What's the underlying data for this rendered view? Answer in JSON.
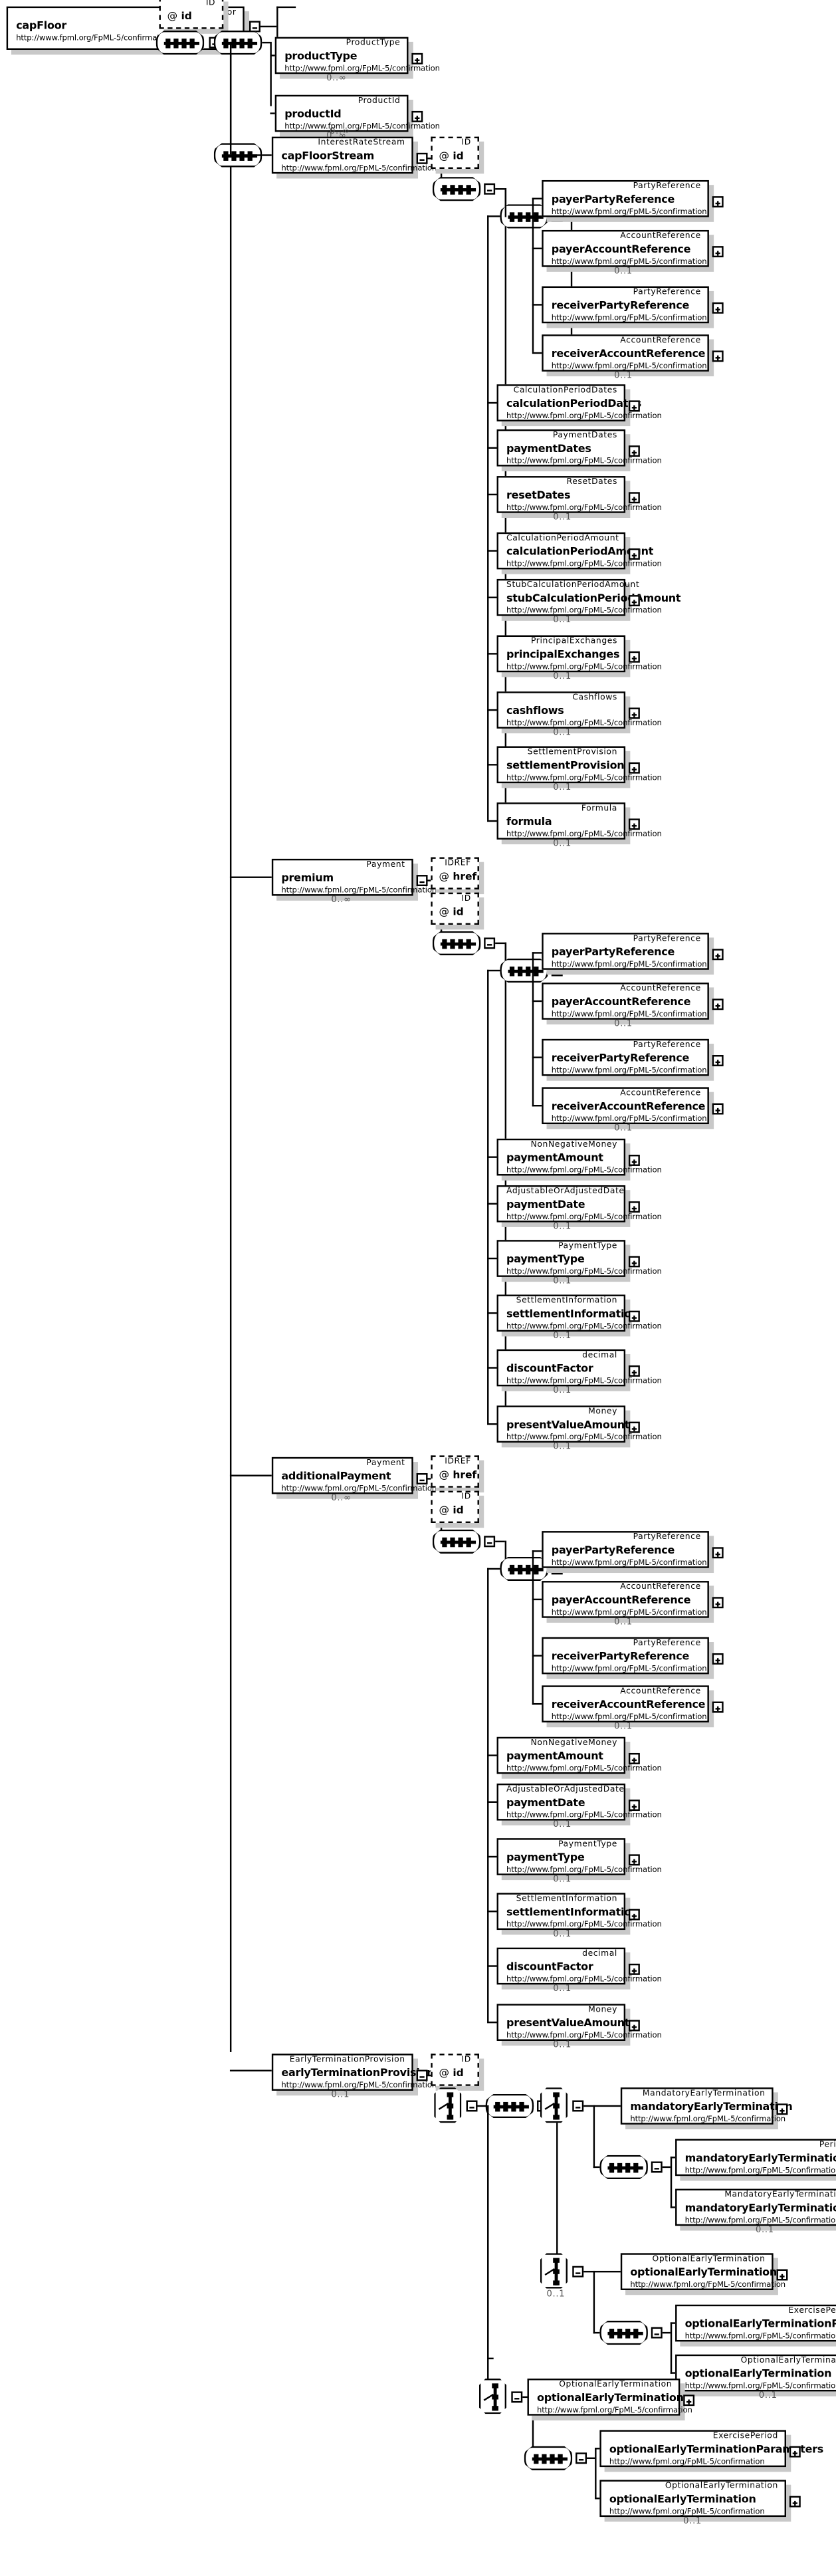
{
  "diagram": {
    "title": "capFloor",
    "kind": "xml-schema-diagram",
    "namespace": "http://www.fpml.org/FpML-5/confirmation",
    "root": {
      "name": "capFloor",
      "type": "CapFloor",
      "ns": "http://www.fpml.org/FpML-5/confirmation"
    }
  },
  "attributes": {
    "id": {
      "name": "id",
      "at": "@",
      "type": "ID"
    },
    "href": {
      "name": "href",
      "at": "@",
      "type": "IDREF"
    }
  },
  "cardinalities": {
    "zero_many": "0..∞",
    "zero_one": "0..1"
  },
  "nodes": {
    "product": [
      {
        "name": "productType",
        "type": "ProductType",
        "ns": "http://www.fpml.org/FpML-5/confirmation",
        "card": "0..∞"
      },
      {
        "name": "productId",
        "type": "ProductId",
        "ns": "http://www.fpml.org/FpML-5/confirmation",
        "card": "0..∞"
      }
    ],
    "capFloorStream": {
      "name": "capFloorStream",
      "type": "InterestRateStream",
      "ns": "http://www.fpml.org/FpML-5/confirmation",
      "card": "0..∞"
    },
    "stream_parties": [
      {
        "name": "payerPartyReference",
        "type": "PartyReference",
        "ns": "http://www.fpml.org/FpML-5/confirmation",
        "card": ""
      },
      {
        "name": "payerAccountReference",
        "type": "AccountReference",
        "ns": "http://www.fpml.org/FpML-5/confirmation",
        "card": "0..1"
      },
      {
        "name": "receiverPartyReference",
        "type": "PartyReference",
        "ns": "http://www.fpml.org/FpML-5/confirmation",
        "card": ""
      },
      {
        "name": "receiverAccountReference",
        "type": "AccountReference",
        "ns": "http://www.fpml.org/FpML-5/confirmation",
        "card": "0..1"
      }
    ],
    "stream_body": [
      {
        "name": "calculationPeriodDates",
        "type": "CalculationPeriodDates",
        "ns": "http://www.fpml.org/FpML-5/confirmation",
        "card": ""
      },
      {
        "name": "paymentDates",
        "type": "PaymentDates",
        "ns": "http://www.fpml.org/FpML-5/confirmation",
        "card": ""
      },
      {
        "name": "resetDates",
        "type": "ResetDates",
        "ns": "http://www.fpml.org/FpML-5/confirmation",
        "card": "0..1"
      },
      {
        "name": "calculationPeriodAmount",
        "type": "CalculationPeriodAmount",
        "ns": "http://www.fpml.org/FpML-5/confirmation",
        "card": ""
      },
      {
        "name": "stubCalculationPeriodAmount",
        "type": "StubCalculationPeriodAmount",
        "ns": "http://www.fpml.org/FpML-5/confirmation",
        "card": "0..1"
      },
      {
        "name": "principalExchanges",
        "type": "PrincipalExchanges",
        "ns": "http://www.fpml.org/FpML-5/confirmation",
        "card": "0..1"
      },
      {
        "name": "cashflows",
        "type": "Cashflows",
        "ns": "http://www.fpml.org/FpML-5/confirmation",
        "card": "0..1"
      },
      {
        "name": "settlementProvision",
        "type": "SettlementProvision",
        "ns": "http://www.fpml.org/FpML-5/confirmation",
        "card": "0..1"
      },
      {
        "name": "formula",
        "type": "Formula",
        "ns": "http://www.fpml.org/FpML-5/confirmation",
        "card": "0..1"
      }
    ],
    "premium": {
      "name": "premium",
      "type": "Payment",
      "ns": "http://www.fpml.org/FpML-5/confirmation",
      "card": "0..∞"
    },
    "premium_parties": [
      {
        "name": "payerPartyReference",
        "type": "PartyReference",
        "ns": "http://www.fpml.org/FpML-5/confirmation",
        "card": ""
      },
      {
        "name": "payerAccountReference",
        "type": "AccountReference",
        "ns": "http://www.fpml.org/FpML-5/confirmation",
        "card": "0..1"
      },
      {
        "name": "receiverPartyReference",
        "type": "PartyReference",
        "ns": "http://www.fpml.org/FpML-5/confirmation",
        "card": ""
      },
      {
        "name": "receiverAccountReference",
        "type": "AccountReference",
        "ns": "http://www.fpml.org/FpML-5/confirmation",
        "card": "0..1"
      }
    ],
    "premium_body": [
      {
        "name": "paymentAmount",
        "type": "NonNegativeMoney",
        "ns": "http://www.fpml.org/FpML-5/confirmation",
        "card": ""
      },
      {
        "name": "paymentDate",
        "type": "AdjustableOrAdjustedDate",
        "ns": "http://www.fpml.org/FpML-5/confirmation",
        "card": "0..1"
      },
      {
        "name": "paymentType",
        "type": "PaymentType",
        "ns": "http://www.fpml.org/FpML-5/confirmation",
        "card": "0..1"
      },
      {
        "name": "settlementInformation",
        "type": "SettlementInformation",
        "ns": "http://www.fpml.org/FpML-5/confirmation",
        "card": "0..1"
      },
      {
        "name": "discountFactor",
        "type": "decimal",
        "ns": "http://www.fpml.org/FpML-5/confirmation",
        "card": "0..1"
      },
      {
        "name": "presentValueAmount",
        "type": "Money",
        "ns": "http://www.fpml.org/FpML-5/confirmation",
        "card": "0..1"
      }
    ],
    "additionalPayment": {
      "name": "additionalPayment",
      "type": "Payment",
      "ns": "http://www.fpml.org/FpML-5/confirmation",
      "card": "0..∞"
    },
    "additional_parties": [
      {
        "name": "payerPartyReference",
        "type": "PartyReference",
        "ns": "http://www.fpml.org/FpML-5/confirmation",
        "card": ""
      },
      {
        "name": "payerAccountReference",
        "type": "AccountReference",
        "ns": "http://www.fpml.org/FpML-5/confirmation",
        "card": "0..1"
      },
      {
        "name": "receiverPartyReference",
        "type": "PartyReference",
        "ns": "http://www.fpml.org/FpML-5/confirmation",
        "card": ""
      },
      {
        "name": "receiverAccountReference",
        "type": "AccountReference",
        "ns": "http://www.fpml.org/FpML-5/confirmation",
        "card": "0..1"
      }
    ],
    "additional_body": [
      {
        "name": "paymentAmount",
        "type": "NonNegativeMoney",
        "ns": "http://www.fpml.org/FpML-5/confirmation",
        "card": ""
      },
      {
        "name": "paymentDate",
        "type": "AdjustableOrAdjustedDate",
        "ns": "http://www.fpml.org/FpML-5/confirmation",
        "card": "0..1"
      },
      {
        "name": "paymentType",
        "type": "PaymentType",
        "ns": "http://www.fpml.org/FpML-5/confirmation",
        "card": "0..1"
      },
      {
        "name": "settlementInformation",
        "type": "SettlementInformation",
        "ns": "http://www.fpml.org/FpML-5/confirmation",
        "card": "0..1"
      },
      {
        "name": "discountFactor",
        "type": "decimal",
        "ns": "http://www.fpml.org/FpML-5/confirmation",
        "card": "0..1"
      },
      {
        "name": "presentValueAmount",
        "type": "Money",
        "ns": "http://www.fpml.org/FpML-5/confirmation",
        "card": "0..1"
      }
    ],
    "earlyTerminationProvision": {
      "name": "earlyTerminationProvision",
      "type": "EarlyTerminationProvision",
      "ns": "http://www.fpml.org/FpML-5/confirmation",
      "card": "0..1"
    },
    "mandatory_group": [
      {
        "name": "mandatoryEarlyTermination",
        "type": "MandatoryEarlyTermination",
        "ns": "http://www.fpml.org/FpML-5/confirmation",
        "card": ""
      },
      {
        "name": "mandatoryEarlyTerminationDateTenor",
        "type": "Period",
        "ns": "http://www.fpml.org/FpML-5/confirmation",
        "card": ""
      },
      {
        "name": "mandatoryEarlyTermination",
        "type": "MandatoryEarlyTermination",
        "ns": "http://www.fpml.org/FpML-5/confirmation",
        "card": "0..1"
      }
    ],
    "optional_group_1": [
      {
        "name": "optionalEarlyTermination",
        "type": "OptionalEarlyTermination",
        "ns": "http://www.fpml.org/FpML-5/confirmation",
        "card": ""
      },
      {
        "name": "optionalEarlyTerminationParameters",
        "type": "ExercisePeriod",
        "ns": "http://www.fpml.org/FpML-5/confirmation",
        "card": ""
      },
      {
        "name": "optionalEarlyTermination",
        "type": "OptionalEarlyTermination",
        "ns": "http://www.fpml.org/FpML-5/confirmation",
        "card": "0..1"
      }
    ],
    "optional_group_2": [
      {
        "name": "optionalEarlyTermination",
        "type": "OptionalEarlyTermination",
        "ns": "http://www.fpml.org/FpML-5/confirmation",
        "card": ""
      },
      {
        "name": "optionalEarlyTerminationParameters",
        "type": "ExercisePeriod",
        "ns": "http://www.fpml.org/FpML-5/confirmation",
        "card": ""
      },
      {
        "name": "optionalEarlyTermination",
        "type": "OptionalEarlyTermination",
        "ns": "http://www.fpml.org/FpML-5/confirmation",
        "card": "0..1"
      }
    ]
  },
  "choice_cards": {
    "optional_choice_1": "0..1",
    "mandatory_choice": ""
  }
}
